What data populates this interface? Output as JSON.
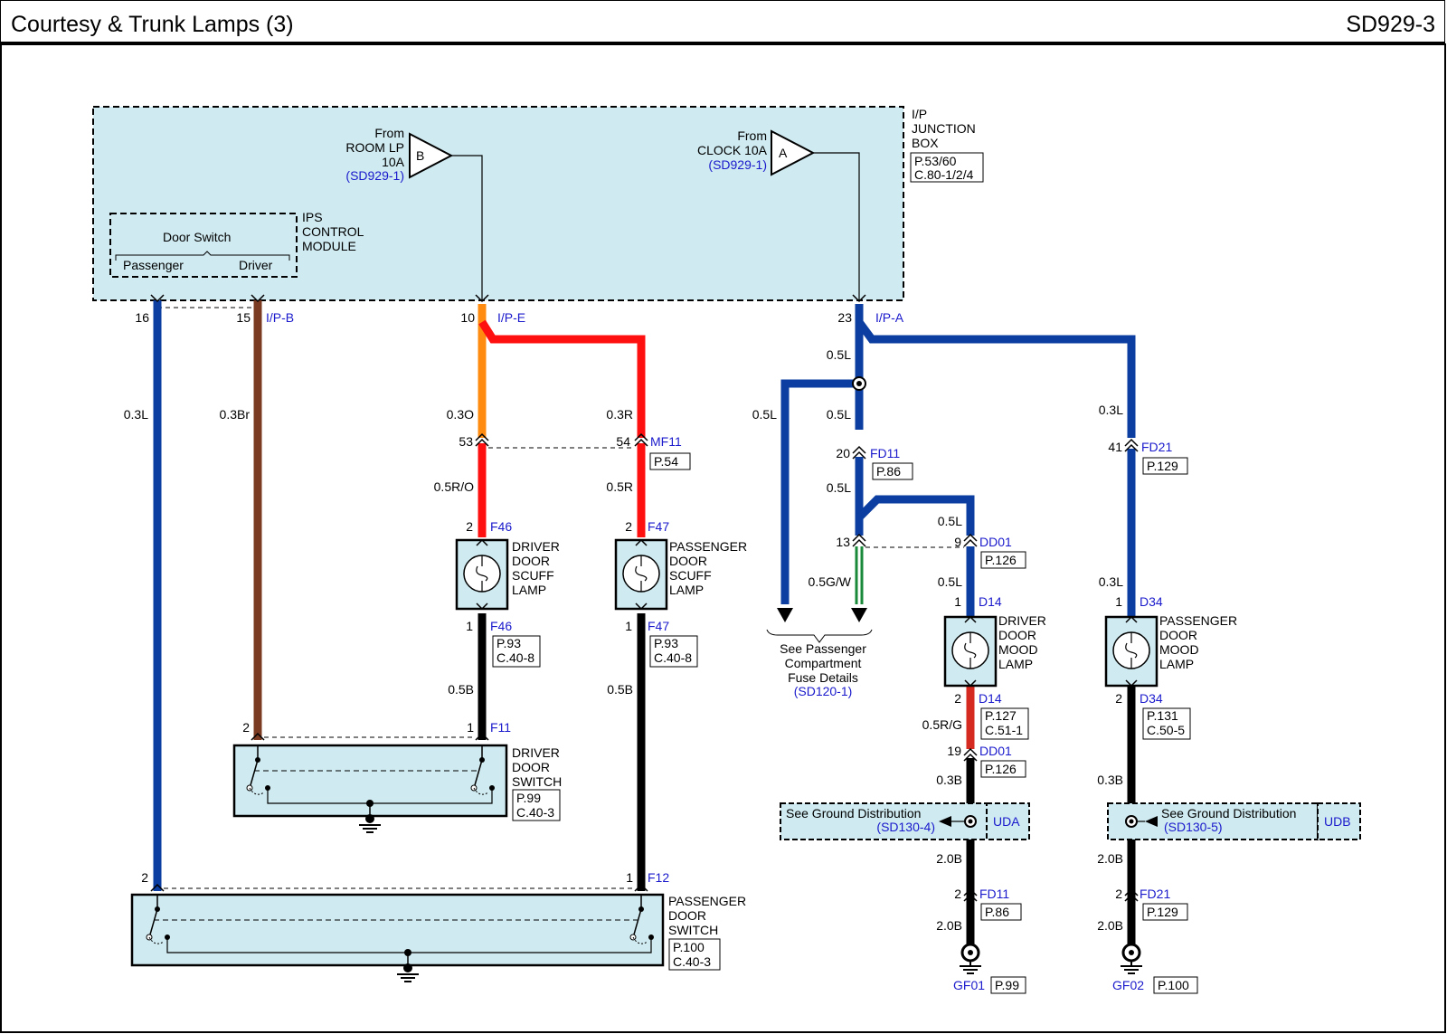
{
  "header": {
    "title": "Courtesy & Trunk Lamps (3)",
    "code": "SD929-3"
  },
  "colors": {
    "box_fill": "#cfeaf0",
    "wire_blue": "#0b3ea0",
    "wire_brown": "#7a3b22",
    "wire_orange": "#ff8c10",
    "wire_red": "#ff1010",
    "wire_black": "#000000",
    "wire_green": "#1a8a3a",
    "ref_blue": "#1a1acc"
  },
  "junction_box": {
    "label": [
      "I/P",
      "JUNCTION",
      "BOX"
    ],
    "ref": [
      "P.53/60",
      "C.80-1/2/4"
    ]
  },
  "ips_module": {
    "label": [
      "IPS",
      "CONTROL",
      "MODULE"
    ],
    "door_switch": "Door Switch",
    "passenger": "Passenger",
    "driver": "Driver"
  },
  "source_b": {
    "from": [
      "From",
      "ROOM LP",
      "10A"
    ],
    "ref": "(SD929-1)",
    "letter": "B"
  },
  "source_a": {
    "from": [
      "From",
      "CLOCK 10A"
    ],
    "ref": "(SD929-1)",
    "letter": "A"
  },
  "connectors": {
    "ipb": "I/P-B",
    "ipe": "I/P-E",
    "ipa": "I/P-A",
    "mf11": "MF11",
    "mf11_ref": "P.54",
    "fd11": "FD11",
    "fd11_ref": "P.86",
    "fd21": "FD21",
    "fd21_ref": "P.129",
    "dd01": "DD01",
    "dd01_ref": "P.126",
    "f46": "F46",
    "f47": "F47",
    "f46_ref": [
      "P.93",
      "C.40-8"
    ],
    "f47_ref": [
      "P.93",
      "C.40-8"
    ],
    "f11": "F11",
    "f12": "F12",
    "d14": "D14",
    "d34": "D34",
    "d14_ref": [
      "P.127",
      "C.51-1"
    ],
    "d34_ref": [
      "P.131",
      "C.50-5"
    ]
  },
  "pins": {
    "p16": "16",
    "p15": "15",
    "p10": "10",
    "p23": "23",
    "p53": "53",
    "p54": "54",
    "p20": "20",
    "p41": "41",
    "p13": "13",
    "p9": "9",
    "p2_f46": "2",
    "p2_f47": "2",
    "p1_f46": "1",
    "p1_f47": "1",
    "p2_f11": "2",
    "p1_f11": "1",
    "p2_f12": "2",
    "p1_f12": "1",
    "p1_d14": "1",
    "p1_d34": "1",
    "p2_d14": "2",
    "p2_d34": "2",
    "p19": "19",
    "p2_fd11b": "2",
    "p2_fd21b": "2"
  },
  "wires": {
    "l03_a": "0.3L",
    "br03": "0.3Br",
    "o03": "0.3O",
    "r03": "0.3R",
    "ro05": "0.5R/O",
    "r05": "0.5R",
    "b05_a": "0.5B",
    "b05_b": "0.5B",
    "l05_a": "0.5L",
    "l05_b": "0.5L",
    "l05_c": "0.5L",
    "l05_d": "0.5L",
    "l05_e": "0.5L",
    "l05_f": "0.5L",
    "gw05": "0.5G/W",
    "l03_b": "0.3L",
    "l03_c": "0.3L",
    "rg05": "0.5R/G",
    "b03_a": "0.3B",
    "b03_b": "0.3B",
    "b20_a": "2.0B",
    "b20_b": "2.0B",
    "b20_c": "2.0B",
    "b20_d": "2.0B"
  },
  "components": {
    "driver_scuff": [
      "DRIVER",
      "DOOR",
      "SCUFF",
      "LAMP"
    ],
    "passenger_scuff": [
      "PASSENGER",
      "DOOR",
      "SCUFF",
      "LAMP"
    ],
    "driver_mood": [
      "DRIVER",
      "DOOR",
      "MOOD",
      "LAMP"
    ],
    "passenger_mood": [
      "PASSENGER",
      "DOOR",
      "MOOD",
      "LAMP"
    ],
    "driver_switch": [
      "DRIVER",
      "DOOR",
      "SWITCH"
    ],
    "driver_switch_ref": [
      "P.99",
      "C.40-3"
    ],
    "passenger_switch": [
      "PASSENGER",
      "DOOR",
      "SWITCH"
    ],
    "passenger_switch_ref": [
      "P.100",
      "C.40-3"
    ]
  },
  "fuse_note": {
    "lines": [
      "See Passenger",
      "Compartment",
      "Fuse Details"
    ],
    "ref": "(SD120-1)"
  },
  "ground_uda": {
    "text": "See Ground Distribution",
    "ref": "(SD130-4)",
    "tag": "UDA"
  },
  "ground_udb": {
    "text": "See Ground Distribution",
    "ref": "(SD130-5)",
    "tag": "UDB"
  },
  "grounds": {
    "gf01": "GF01",
    "gf01_ref": "P.99",
    "gf02": "GF02",
    "gf02_ref": "P.100"
  }
}
